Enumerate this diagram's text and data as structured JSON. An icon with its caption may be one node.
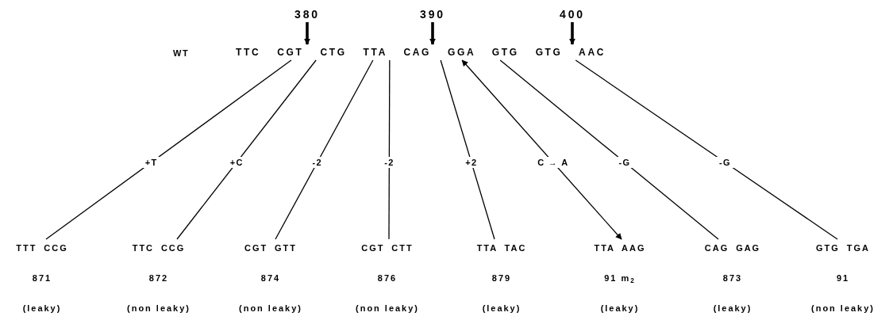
{
  "diagram": {
    "nodes": [
      {
        "text": [
          "380"
        ]
      },
      {
        "text": [
          "390"
        ]
      },
      {
        "text": [
          "400"
        ]
      },
      {
        "text": [
          "TTC CGT CTG TTA CAG GGA GTG GTG AAC"
        ]
      },
      {
        "text": [
          "TTT CCG",
          "871",
          "(leaky)"
        ]
      },
      {
        "text": [
          "TTC CCG",
          "872",
          "(non leaky)"
        ]
      },
      {
        "text": [
          "CGT GTT",
          "874",
          "(non leaky)"
        ]
      },
      {
        "text": [
          "CGT CTT",
          "876",
          "(non leaky)"
        ]
      },
      {
        "text": [
          "TTA TAC",
          "879",
          "(leaky)"
        ]
      },
      {
        "text": [
          "TTA AAG",
          "91 m$_{2}$",
          "(leaky)"
        ]
      },
      {
        "text": [
          "CAG GAG",
          "873",
          "(leaky)"
        ]
      },
      {
        "text": [
          "GTG TGA",
          "91",
          "(non leaky)"
        ]
      }
    ],
    "edges": [
      {
        "from": 0,
        "to": 3,
        "arrow": "to",
        "style": "thick"
      },
      {
        "from": 1,
        "to": 3,
        "arrow": "to",
        "style": "thick"
      },
      {
        "from": 2,
        "to": 3,
        "arrow": "to",
        "style": "thick"
      },
      {
        "from": 3,
        "to": 4,
        "arrow": "none",
        "label": "+T"
      },
      {
        "from": 3,
        "to": 5,
        "arrow": "none",
        "label": "+C"
      },
      {
        "from": 3,
        "to": 6,
        "arrow": "none",
        "label": "-2"
      },
      {
        "from": 3,
        "to": 7,
        "arrow": "none",
        "label": "-2"
      },
      {
        "from": 3,
        "to": 8,
        "arrow": "none",
        "label": "+2"
      },
      {
        "from": 3,
        "to": 9,
        "arrow": "both",
        "label": "C → A"
      },
      {
        "from": 3,
        "to": 10,
        "arrow": "none",
        "label": "-G"
      },
      {
        "from": 3,
        "to": 11,
        "arrow": "none",
        "label": "-G"
      }
    ],
    "labels": [
      "WT"
    ]
  }
}
